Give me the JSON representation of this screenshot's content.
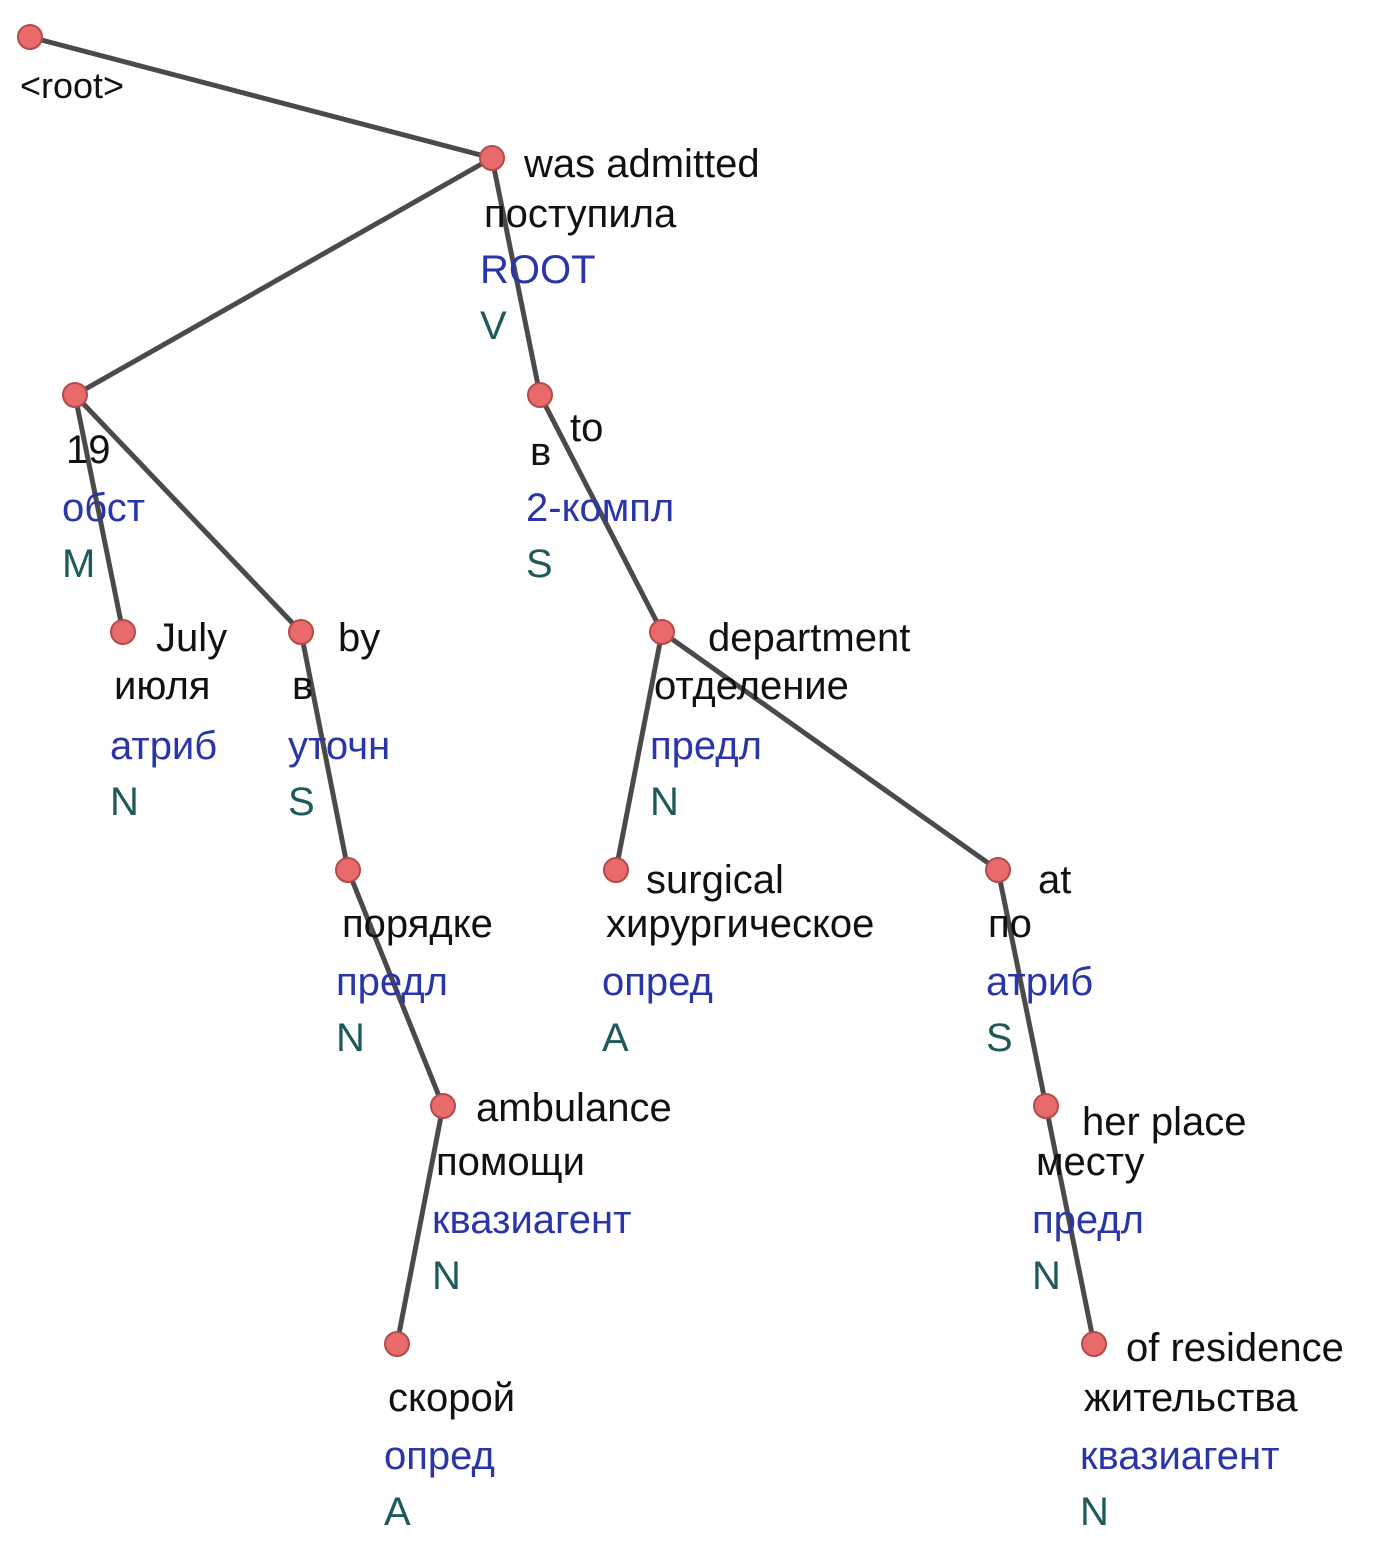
{
  "colors": {
    "edge": "#4a4a4a",
    "node_fill": "#e86a6a",
    "relation_text": "#2a35a8",
    "pos_text": "#1f5a5a",
    "word_text": "#111111"
  },
  "root_label": "<root>",
  "nodes": {
    "was_admitted": {
      "gloss": "was admitted",
      "word": "поступила",
      "rel": "ROOT",
      "pos": "V"
    },
    "n19": {
      "gloss": "",
      "word": "19",
      "rel": "обст",
      "pos": "M"
    },
    "july": {
      "gloss": "July",
      "word": "июля",
      "rel": "атриб",
      "pos": "N"
    },
    "by": {
      "gloss": "by",
      "word": "в",
      "rel": "уточн",
      "pos": "S"
    },
    "poryadke": {
      "gloss": "",
      "word": "порядке",
      "rel": "предл",
      "pos": "N"
    },
    "ambulance": {
      "gloss": "ambulance",
      "word": "помощи",
      "rel": "квазиагент",
      "pos": "N"
    },
    "skoroy": {
      "gloss": "",
      "word": "скорой",
      "rel": "опред",
      "pos": "A"
    },
    "to": {
      "gloss": "to",
      "word": "в",
      "rel": "2-компл",
      "pos": "S"
    },
    "department": {
      "gloss": "department",
      "word": "отделение",
      "rel": "предл",
      "pos": "N"
    },
    "surgical": {
      "gloss": "surgical",
      "word": "хирургическое",
      "rel": "опред",
      "pos": "A"
    },
    "at": {
      "gloss": "at",
      "word": "по",
      "rel": "атриб",
      "pos": "S"
    },
    "her_place": {
      "gloss": "her place",
      "word": "месту",
      "rel": "предл",
      "pos": "N"
    },
    "residence": {
      "gloss": "of residence",
      "word": "жительства",
      "rel": "квазиагент",
      "pos": "N"
    }
  }
}
